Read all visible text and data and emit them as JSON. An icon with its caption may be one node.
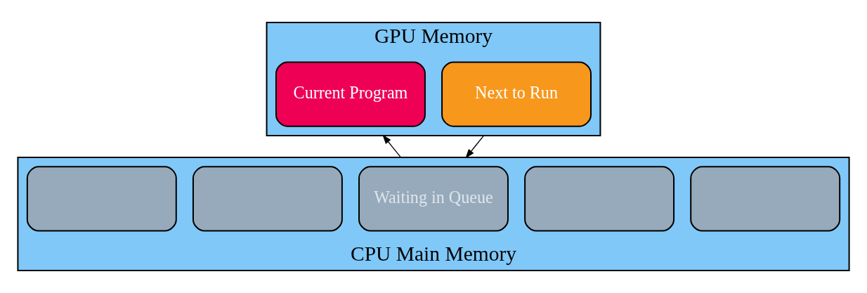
{
  "diagram": {
    "nodes": [
      {
        "text": [
          "GPU Memory"
        ]
      },
      {
        "text": [
          "Next to Run"
        ],
        "in": 0
      },
      {
        "text": [
          "Current Program"
        ],
        "in": 0
      },
      {
        "text": [
          "CPU Main Memory"
        ]
      },
      {
        "text": [],
        "shape": "box",
        "in": 3
      },
      {
        "text": [],
        "shape": "box",
        "in": 3
      },
      {
        "text": [
          "Waiting in Queue"
        ],
        "in": 3
      },
      {
        "text": [],
        "shape": "box",
        "in": 3
      },
      {
        "text": [],
        "shape": "box",
        "in": 3
      }
    ],
    "edges": [
      {
        "from": 0,
        "to": 3,
        "arrow": "to"
      },
      {
        "from": 3,
        "to": 0,
        "arrow": "to"
      }
    ]
  }
}
